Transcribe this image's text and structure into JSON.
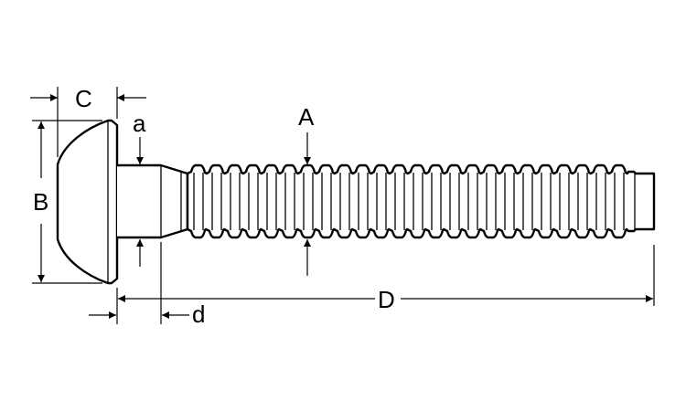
{
  "diagram": {
    "subject": "bolt-dimension-drawing",
    "labels": {
      "head_height": "C",
      "neck_diameter": "a",
      "thread_diameter": "A",
      "head_diameter": "B",
      "length": "D",
      "neck_length": "d"
    },
    "colors": {
      "line": "#000000",
      "background": "#ffffff"
    }
  }
}
